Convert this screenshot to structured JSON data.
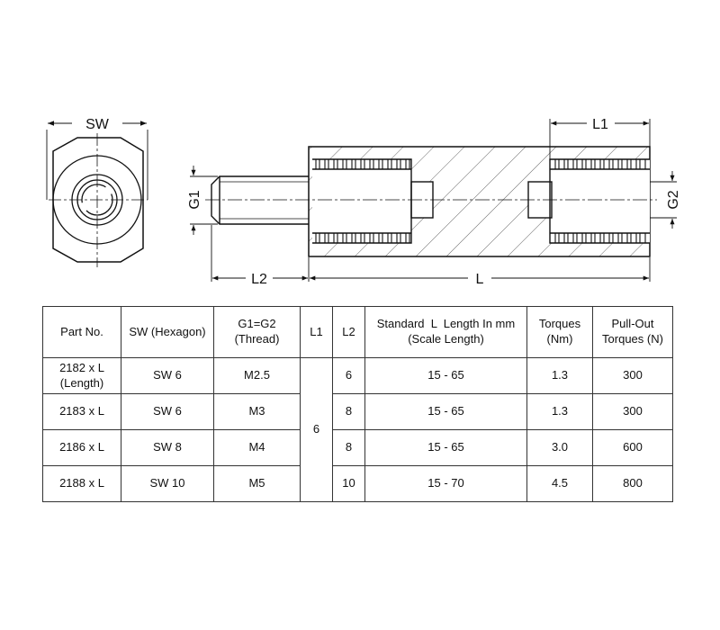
{
  "drawing": {
    "labels": {
      "sw": "SW",
      "l1": "L1",
      "g1": "G1",
      "g2": "G2",
      "l2": "L2",
      "l": "L"
    }
  },
  "table": {
    "headers": [
      {
        "lines": [
          "Part No."
        ]
      },
      {
        "lines": [
          "SW (Hexagon)"
        ]
      },
      {
        "lines": [
          "G1=G2",
          "(Thread)"
        ]
      },
      {
        "lines": [
          "L1"
        ]
      },
      {
        "lines": [
          "L2"
        ]
      },
      {
        "lines": [
          "Standard  L  Length In mm",
          "(Scale Length)"
        ]
      },
      {
        "lines": [
          "Torques",
          "(Nm)"
        ]
      },
      {
        "lines": [
          "Pull-Out",
          "Torques (N)"
        ]
      }
    ],
    "l1_shared": "6",
    "rows": [
      {
        "part": [
          "2182 x L",
          "(Length)"
        ],
        "sw": "SW 6",
        "thread": "M2.5",
        "l2": "6",
        "length": "15 - 65",
        "torque": "1.3",
        "pullout": "300"
      },
      {
        "part": [
          "2183 x L"
        ],
        "sw": "SW 6",
        "thread": "M3",
        "l2": "8",
        "length": "15 - 65",
        "torque": "1.3",
        "pullout": "300"
      },
      {
        "part": [
          "2186 x L"
        ],
        "sw": "SW 8",
        "thread": "M4",
        "l2": "8",
        "length": "15 - 65",
        "torque": "3.0",
        "pullout": "600"
      },
      {
        "part": [
          "2188 x L"
        ],
        "sw": "SW 10",
        "thread": "M5",
        "l2": "10",
        "length": "15 - 70",
        "torque": "4.5",
        "pullout": "800"
      }
    ]
  }
}
